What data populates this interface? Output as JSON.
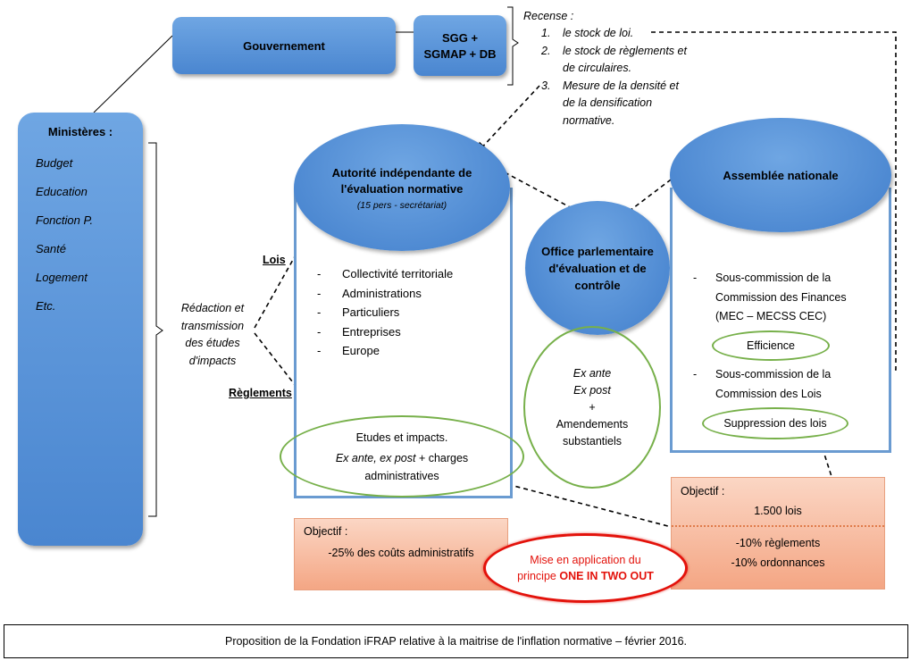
{
  "gouvernement": "Gouvernement",
  "sgg_line1": "SGG +",
  "sgg_line2": "SGMAP + DB",
  "recense": {
    "title": "Recense :",
    "items": [
      {
        "num": "1.",
        "lines": [
          "le stock de loi."
        ]
      },
      {
        "num": "2.",
        "lines": [
          "le stock de règlements et",
          "de circulaires."
        ]
      },
      {
        "num": "3.",
        "lines": [
          "Mesure de la densité et",
          "de la densification",
          "normative."
        ]
      }
    ]
  },
  "ministeres": {
    "title": "Ministères :",
    "items": [
      "Budget",
      "Education",
      "Fonction P.",
      "Santé",
      "Logement",
      "Etc."
    ]
  },
  "redaction": [
    "Rédaction et",
    "transmission",
    "des études",
    "d'impacts"
  ],
  "lois_label": "Lois",
  "reglements_label": "Règlements",
  "autorite": {
    "title_line1": "Autorité indépendante de",
    "title_line2": "l'évaluation normative",
    "subtitle": "(15 pers - secrétariat)",
    "items": [
      "Collectivité territoriale",
      "Administrations",
      "Particuliers",
      "Entreprises",
      "Europe"
    ],
    "etudes": "Etudes et impacts.",
    "ex_ante_post": "Ex ante, ex post",
    "charges": "+ charges",
    "administratives": "administratives"
  },
  "office": {
    "title": [
      "Office parlementaire",
      "d'évaluation et de",
      "contrôle"
    ],
    "ex_ante": "Ex ante",
    "ex_post": "Ex post",
    "plus": "+",
    "amendements": "Amendements",
    "substantiels": "substantiels"
  },
  "assemblee": {
    "title": "Assemblée nationale",
    "item1_lines": [
      "Sous-commission de la",
      "Commission des Finances",
      "(MEC – MECSS CEC)"
    ],
    "efficience": "Efficience",
    "item2_lines": [
      "Sous-commission de la",
      "Commission des Lois"
    ],
    "suppression": "Suppression des lois"
  },
  "objectif_left": {
    "label": "Objectif :",
    "value": "-25% des coûts administratifs"
  },
  "objectif_right": {
    "label": "Objectif :",
    "lois": "1.500 lois",
    "reglements": "-10% règlements",
    "ordonnances": "-10% ordonnances"
  },
  "one_in_two": {
    "line1": "Mise en application du",
    "line2_prefix": "principe ",
    "line2_bold": "ONE IN TWO OUT"
  },
  "caption": "Proposition de la Fondation iFRAP relative à la maitrise de l'inflation normative – février 2016.",
  "colors": {
    "blue": "#4a86d0",
    "frame_blue": "#6a9bd1",
    "green": "#77b04a",
    "orange": "#f4a684",
    "red": "#e3120b"
  }
}
